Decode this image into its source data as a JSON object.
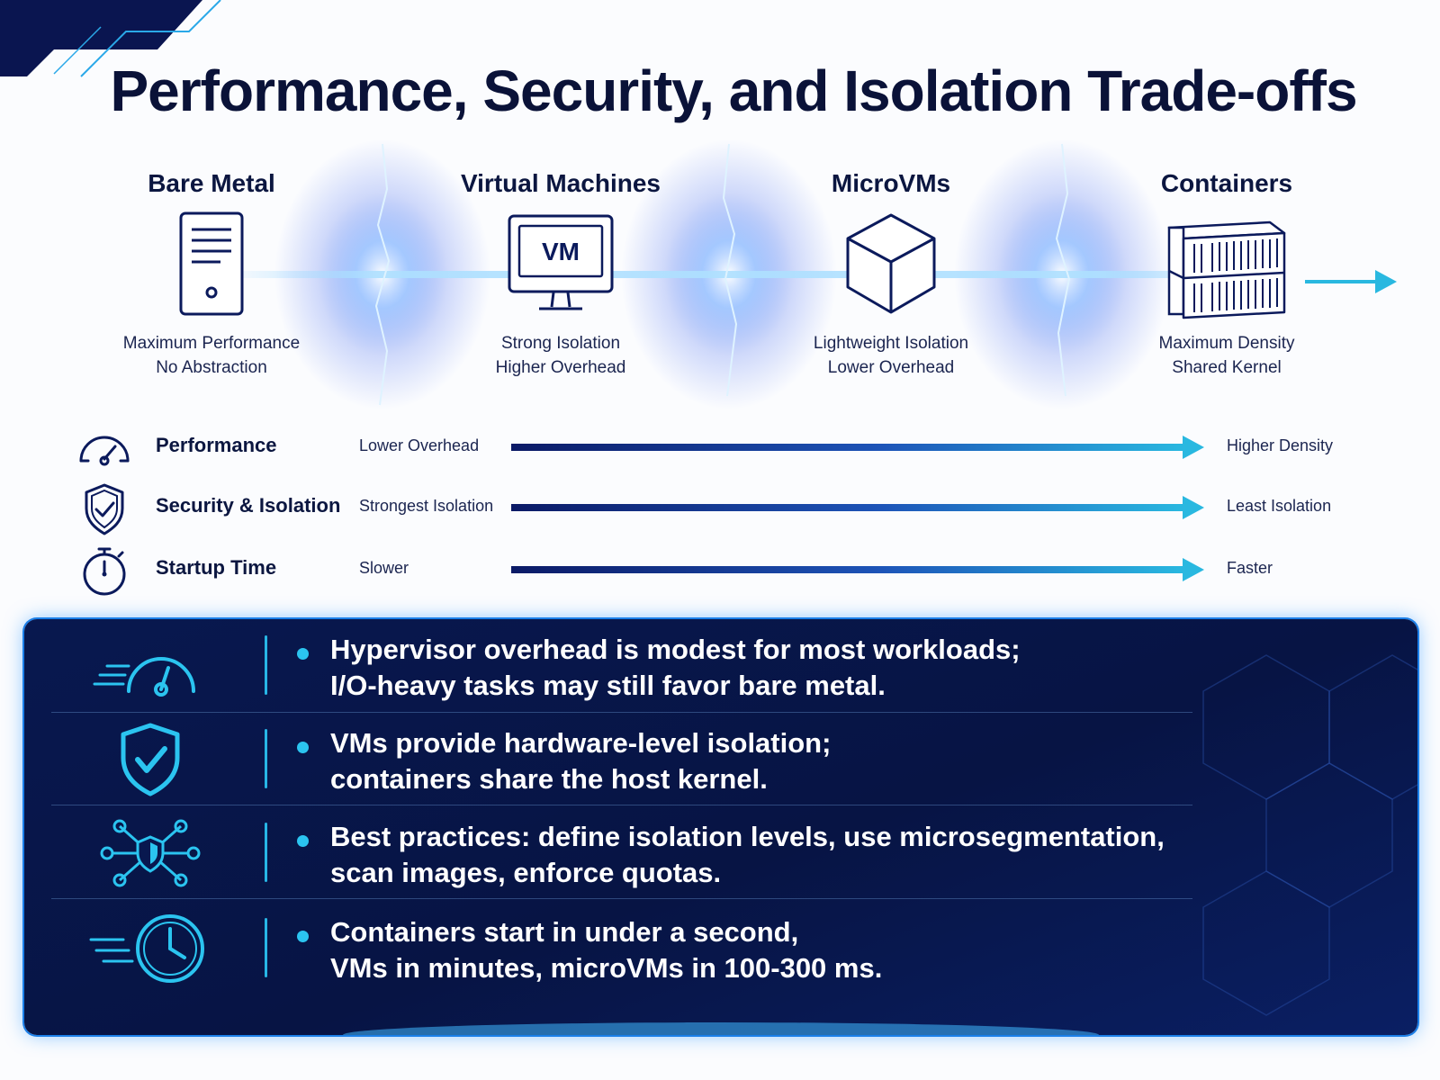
{
  "title": "Performance, Security, and Isolation Trade-offs",
  "tiers": [
    {
      "name": "Bare Metal",
      "icon": "server-icon",
      "lines": [
        "Maximum Performance",
        "No Abstraction"
      ]
    },
    {
      "name": "Virtual Machines",
      "icon": "vm-monitor-icon",
      "icon_text": "VM",
      "lines": [
        "Strong Isolation",
        "Higher Overhead"
      ]
    },
    {
      "name": "MicroVMs",
      "icon": "cube-icon",
      "lines": [
        "Lightweight Isolation",
        "Lower Overhead"
      ]
    },
    {
      "name": "Containers",
      "icon": "shipping-container-icon",
      "lines": [
        "Maximum Density",
        "Shared Kernel"
      ]
    }
  ],
  "metrics": [
    {
      "label": "Performance",
      "icon": "speedometer-icon",
      "left": "Lower Overhead",
      "right": "Higher Density"
    },
    {
      "label": "Security & Isolation",
      "icon": "shield-check-icon",
      "left": "Strongest Isolation",
      "right": "Least Isolation"
    },
    {
      "label": "Startup Time",
      "icon": "stopwatch-icon",
      "left": "Slower",
      "right": "Faster"
    }
  ],
  "points": [
    {
      "icon": "speed-gauge-icon",
      "lines": [
        "Hypervisor overhead is modest for most workloads;",
        "I/O-heavy tasks may still favor bare metal."
      ]
    },
    {
      "icon": "shield-check-icon",
      "lines": [
        "VMs provide hardware-level isolation;",
        "containers share the host kernel."
      ]
    },
    {
      "icon": "network-shield-icon",
      "lines": [
        "Best practices: define isolation levels, use microsegmentation,",
        "scan images, enforce quotas."
      ]
    },
    {
      "icon": "fast-clock-icon",
      "lines": [
        "Containers start in under a second,",
        "VMs in minutes, microVMs in  100-300 ms."
      ]
    }
  ],
  "colors": {
    "navy": "#0a1238",
    "panel": "#08184f",
    "accent": "#2bc4f0",
    "arrow_start": "#0b1a66",
    "arrow_end": "#29b8e0"
  }
}
